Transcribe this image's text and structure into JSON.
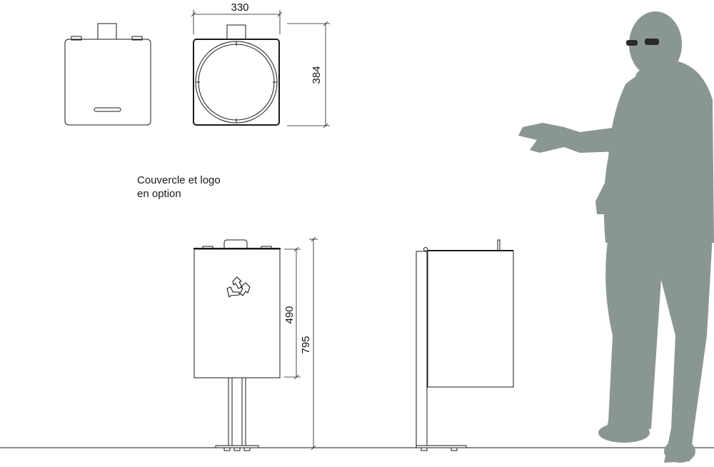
{
  "caption": {
    "line1": "Couvercle et logo",
    "line2": "en option"
  },
  "dimensions": {
    "top_width": "330",
    "top_depth": "384",
    "body_height": "490",
    "total_height": "795"
  },
  "colors": {
    "line": "#1a1a1a",
    "silhouette": "#8a9790"
  },
  "icons": {
    "logo": "recycle-icon"
  }
}
